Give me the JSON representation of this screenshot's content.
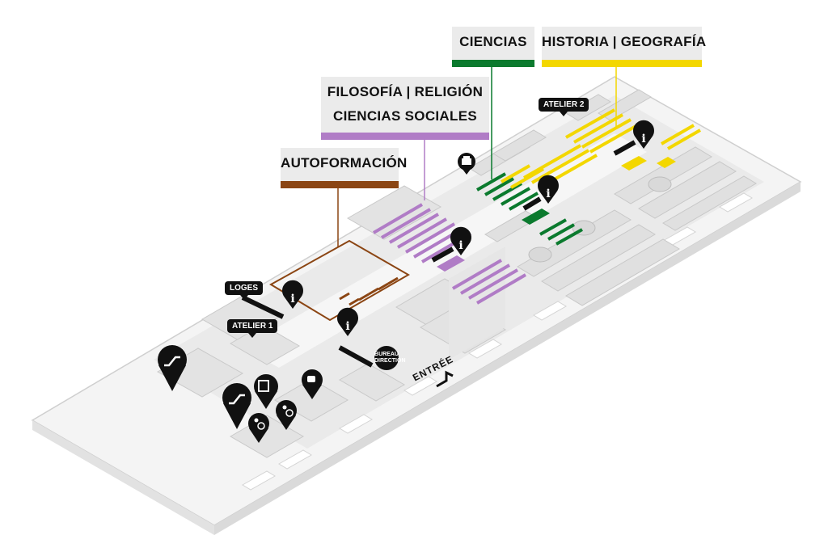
{
  "sections": [
    {
      "id": "ciencias",
      "lines": [
        "CIENCIAS"
      ],
      "color": "#0b7a2e"
    },
    {
      "id": "historia",
      "lines": [
        "HISTORIA | GEOGRAFÍA"
      ],
      "color": "#f3d700"
    },
    {
      "id": "filosofia",
      "lines": [
        "FILOSOFÍA | RELIGIÓN",
        "CIENCIAS SOCIALES"
      ],
      "color": "#b07cc6"
    },
    {
      "id": "autoformacion",
      "lines": [
        "AUTOFORMACIÓN"
      ],
      "color": "#8b4513"
    }
  ],
  "pins": {
    "loges": "LOGES",
    "atelier1": "ATELIER 1",
    "atelier2": "ATELIER 2",
    "bureau": "BUREAU DIRECTION",
    "bureau_line1": "BUREAU",
    "bureau_line2": "DIRECTION"
  },
  "entrance": "ENTRÉE",
  "icons": [
    "info-icon",
    "printer-icon",
    "escalator-icon",
    "elevator-icon",
    "accessible-toilet-icon",
    "coffee-icon"
  ]
}
